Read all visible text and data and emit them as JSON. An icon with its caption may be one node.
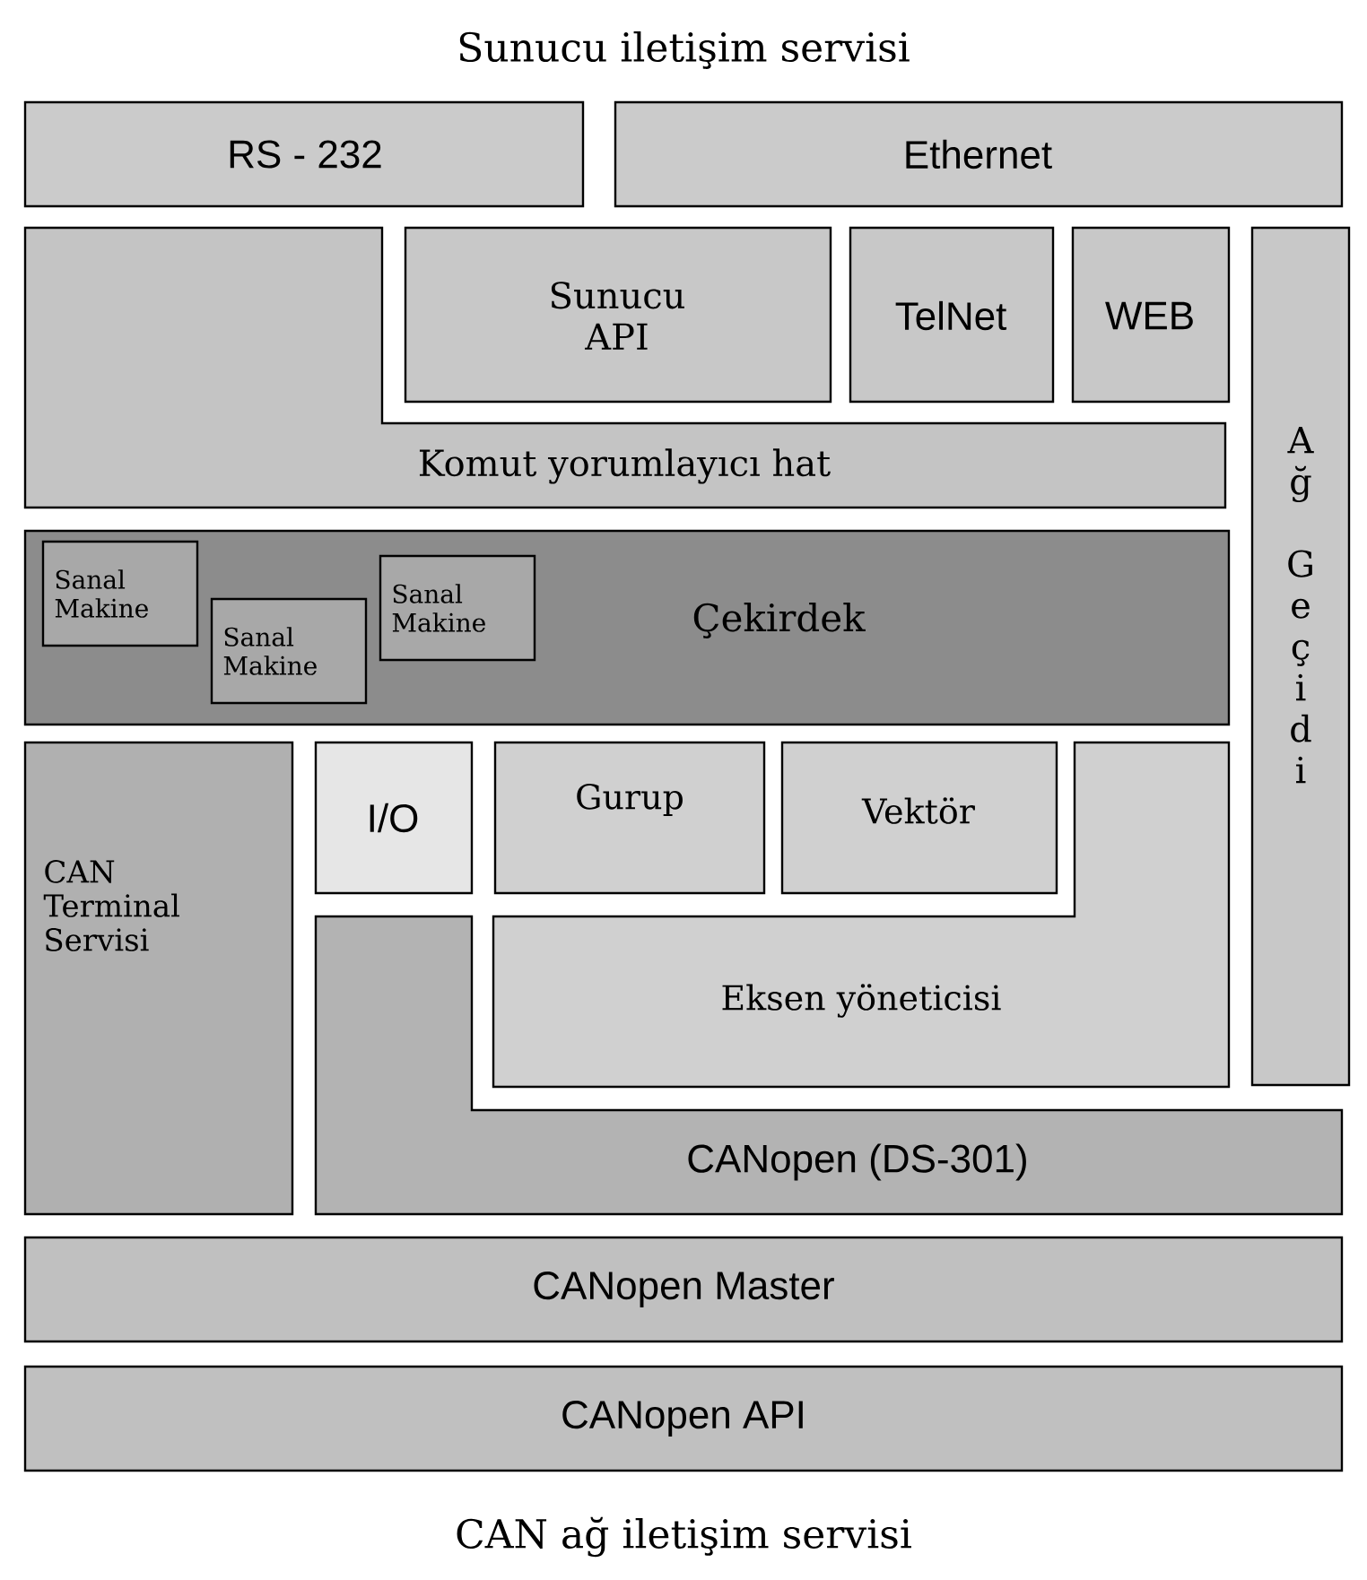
{
  "diagram": {
    "title": "Sunucu iletişim servisi",
    "caption": "CAN ağ iletişim servisi",
    "nodes": [
      {
        "text": [
          "RS - 232"
        ]
      },
      {
        "text": [
          "Ethernet"
        ]
      },
      {
        "text": [
          "Komut yorumlayıcı hat"
        ]
      },
      {
        "text": [
          "Sunucu API"
        ]
      },
      {
        "text": [
          "TelNet"
        ]
      },
      {
        "text": [
          "WEB"
        ]
      },
      {
        "text": [
          "Ağ Geçidi"
        ]
      },
      {
        "text": [
          "Çekirdek"
        ]
      },
      {
        "text": [
          "Sanal Makine"
        ],
        "in": 7
      },
      {
        "text": [
          "Sanal Makine"
        ],
        "in": 7
      },
      {
        "text": [
          "Sanal Makine"
        ],
        "in": 7
      },
      {
        "text": [
          "CAN Terminal Servisi"
        ]
      },
      {
        "text": [
          "I/O"
        ]
      },
      {
        "text": [
          "Gurup"
        ]
      },
      {
        "text": [
          "Vektör"
        ]
      },
      {
        "text": [
          "Eksen yöneticisi"
        ]
      },
      {
        "text": [
          "CANopen (DS-301)"
        ]
      },
      {
        "text": [
          "CANopen Master"
        ]
      },
      {
        "text": [
          "CANopen API"
        ]
      }
    ]
  }
}
